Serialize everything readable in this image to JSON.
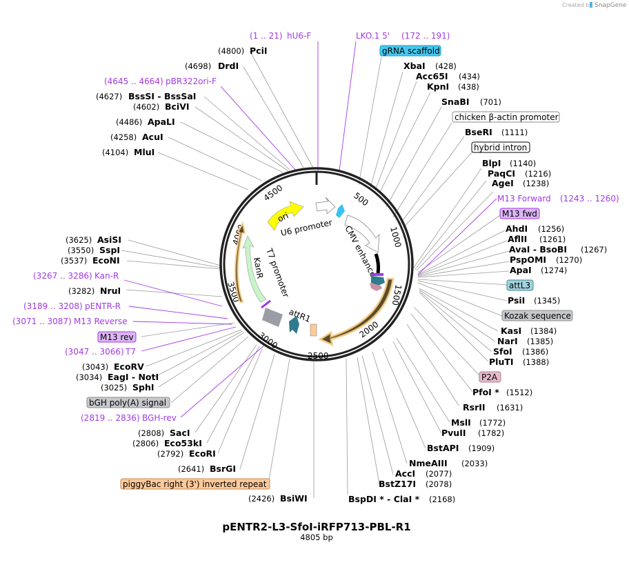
{
  "credit": {
    "text": "Created by",
    "brand": "SnapGene"
  },
  "plasmid": {
    "name": "pENTR2-L3-SfoI-iRFP713-PBL-R1",
    "length": "4805 bp"
  },
  "colors": {
    "primer": "#a238e6",
    "backbone": "#222222",
    "leader": "#999999"
  },
  "ticks": [
    "500",
    "1000",
    "1500",
    "2000",
    "2500",
    "3000",
    "3500",
    "4000",
    "4500"
  ],
  "features_on_map": {
    "ori": "ori",
    "u6": "U6 promoter",
    "cmv": "CMV enhancer",
    "kanr": "KanR",
    "t7": "T7 promoter",
    "attr1": "attR1"
  },
  "top_primers": {
    "hu6f": {
      "range": "(1 .. 21)",
      "name": "hU6-F"
    },
    "lko": {
      "name": "LKO.1 5'",
      "range": "(172 .. 191)"
    }
  },
  "right_labels": [
    {
      "type": "feature",
      "name": "gRNA scaffold",
      "bg": "#45c8ee",
      "border": "#1a9ec5"
    },
    {
      "type": "enzyme",
      "name": "XbaI",
      "pos": "(428)"
    },
    {
      "type": "enzyme",
      "name": "Acc65I",
      "pos": "(434)"
    },
    {
      "type": "enzyme",
      "name": "KpnI",
      "pos": "(438)"
    },
    {
      "type": "enzyme",
      "name": "SnaBI",
      "pos": "(701)"
    },
    {
      "type": "feature",
      "name": "chicken β-actin promoter",
      "bg": "#ffffff",
      "border": "#888888"
    },
    {
      "type": "enzyme",
      "name": "BseRI",
      "pos": "(1111)"
    },
    {
      "type": "feature",
      "name": "hybrid intron",
      "bg": "#ffffff",
      "border": "#000000"
    },
    {
      "type": "enzyme",
      "name": "BlpI",
      "pos": "(1140)"
    },
    {
      "type": "enzyme",
      "name": "PaqCI",
      "pos": "(1216)"
    },
    {
      "type": "enzyme",
      "name": "AgeI",
      "pos": "(1238)"
    },
    {
      "type": "primer",
      "name": "M13 Forward",
      "pos": "(1243 .. 1260)"
    },
    {
      "type": "feature",
      "name": "M13 fwd",
      "bg": "#dcb6f4",
      "border": "#a238e6"
    },
    {
      "type": "enzyme",
      "name": "AhdI",
      "pos": "(1256)"
    },
    {
      "type": "enzyme",
      "name": "AflII",
      "pos": "(1261)"
    },
    {
      "type": "enzyme",
      "name": "AvaI - BsoBI",
      "pos": "(1267)"
    },
    {
      "type": "enzyme",
      "name": "PspOMI",
      "pos": "(1270)"
    },
    {
      "type": "enzyme",
      "name": "ApaI",
      "pos": "(1274)"
    },
    {
      "type": "feature",
      "name": "attL3",
      "bg": "#a4d3de",
      "border": "#3c8696"
    },
    {
      "type": "enzyme",
      "name": "PsiI",
      "pos": "(1345)"
    },
    {
      "type": "feature",
      "name": "Kozak sequence",
      "bg": "#c6c8cc",
      "border": "#8a8c90"
    },
    {
      "type": "enzyme",
      "name": "KasI",
      "pos": "(1384)"
    },
    {
      "type": "enzyme",
      "name": "NarI",
      "pos": "(1385)"
    },
    {
      "type": "enzyme",
      "name": "SfoI",
      "pos": "(1386)"
    },
    {
      "type": "enzyme",
      "name": "PluTI",
      "pos": "(1388)"
    },
    {
      "type": "feature",
      "name": "P2A",
      "bg": "#e6bccb",
      "border": "#b07890"
    },
    {
      "type": "enzyme",
      "name": "PfoI *",
      "pos": "(1512)"
    },
    {
      "type": "enzyme",
      "name": "RsrII",
      "pos": "(1631)"
    },
    {
      "type": "enzyme",
      "name": "MslI",
      "pos": "(1772)"
    },
    {
      "type": "enzyme",
      "name": "PvuII",
      "pos": "(1782)"
    },
    {
      "type": "enzyme",
      "name": "BstAPI",
      "pos": "(1909)"
    },
    {
      "type": "enzyme",
      "name": "NmeAIII",
      "pos": "(2033)"
    },
    {
      "type": "enzyme",
      "name": "AccI",
      "pos": "(2077)"
    },
    {
      "type": "enzyme",
      "name": "BstZ17I",
      "pos": "(2078)"
    },
    {
      "type": "enzyme",
      "name": "BspDI * - ClaI *",
      "pos": "(2168)"
    }
  ],
  "left_labels": [
    {
      "type": "enzyme",
      "name": "PciI",
      "pos": "(4800)"
    },
    {
      "type": "enzyme",
      "name": "DrdI",
      "pos": "(4698)"
    },
    {
      "type": "primer",
      "name": "pBR322ori-F",
      "pos": "(4645 .. 4664)"
    },
    {
      "type": "enzyme",
      "name": "BssSI - BssSaI",
      "pos": "(4627)"
    },
    {
      "type": "enzyme",
      "name": "BciVI",
      "pos": "(4602)"
    },
    {
      "type": "enzyme",
      "name": "ApaLI",
      "pos": "(4486)"
    },
    {
      "type": "enzyme",
      "name": "AcuI",
      "pos": "(4258)"
    },
    {
      "type": "enzyme",
      "name": "MluI",
      "pos": "(4104)"
    },
    {
      "type": "enzyme",
      "name": "AsiSI",
      "pos": "(3625)"
    },
    {
      "type": "enzyme",
      "name": "SspI",
      "pos": "(3550)"
    },
    {
      "type": "enzyme",
      "name": "EcoNI",
      "pos": "(3537)"
    },
    {
      "type": "primer",
      "name": "Kan-R",
      "pos": "(3267 .. 3286)"
    },
    {
      "type": "enzyme",
      "name": "NruI",
      "pos": "(3282)"
    },
    {
      "type": "primer",
      "name": "pENTR-R",
      "pos": "(3189 .. 3208)"
    },
    {
      "type": "primer",
      "name": "M13 Reverse",
      "pos": "(3071 .. 3087)"
    },
    {
      "type": "feature",
      "name": "M13 rev",
      "bg": "#dcb6f4",
      "border": "#a238e6"
    },
    {
      "type": "primer",
      "name": "T7",
      "pos": "(3047 .. 3066)"
    },
    {
      "type": "enzyme",
      "name": "EcoRV",
      "pos": "(3043)"
    },
    {
      "type": "enzyme",
      "name": "EagI - NotI",
      "pos": "(3034)"
    },
    {
      "type": "enzyme",
      "name": "SphI",
      "pos": "(3025)"
    },
    {
      "type": "feature",
      "name": "bGH poly(A) signal",
      "bg": "#c6c8cc",
      "border": "#8a8c90"
    },
    {
      "type": "primer",
      "name": "BGH-rev",
      "pos": "(2819 .. 2836)"
    },
    {
      "type": "enzyme",
      "name": "SacI",
      "pos": "(2808)"
    },
    {
      "type": "enzyme",
      "name": "Eco53kI",
      "pos": "(2806)"
    },
    {
      "type": "enzyme",
      "name": "EcoRI",
      "pos": "(2792)"
    },
    {
      "type": "enzyme",
      "name": "BsrGI",
      "pos": "(2641)"
    },
    {
      "type": "feature",
      "name": "piggyBac right (3') inverted repeat",
      "bg": "#fdc99a",
      "border": "#c98a4d"
    },
    {
      "type": "enzyme",
      "name": "BsiWI",
      "pos": "(2426)"
    }
  ]
}
